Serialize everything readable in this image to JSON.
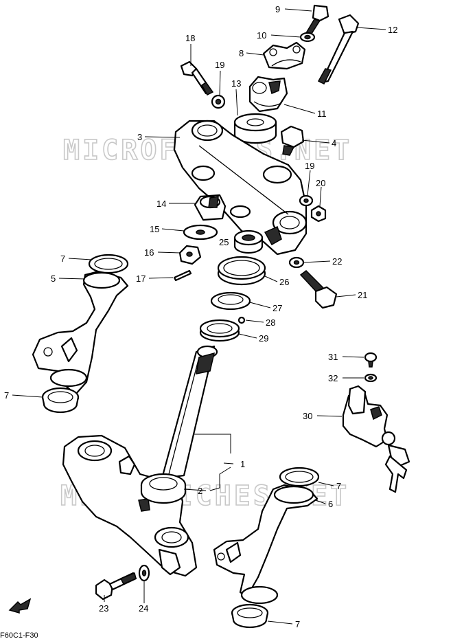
{
  "watermark": "MICROFICHES.NET",
  "diagram_code": "F60C1-F30",
  "callouts": [
    {
      "id": "c9",
      "text": "9"
    },
    {
      "id": "c10",
      "text": "10"
    },
    {
      "id": "c12",
      "text": "12"
    },
    {
      "id": "c8",
      "text": "8"
    },
    {
      "id": "c18",
      "text": "18"
    },
    {
      "id": "c19a",
      "text": "19"
    },
    {
      "id": "c13",
      "text": "13"
    },
    {
      "id": "c11",
      "text": "11"
    },
    {
      "id": "c3",
      "text": "3"
    },
    {
      "id": "c4",
      "text": "4"
    },
    {
      "id": "c19b",
      "text": "19"
    },
    {
      "id": "c20",
      "text": "20"
    },
    {
      "id": "c14",
      "text": "14"
    },
    {
      "id": "c15",
      "text": "15"
    },
    {
      "id": "c25",
      "text": "25"
    },
    {
      "id": "c16",
      "text": "16"
    },
    {
      "id": "c22",
      "text": "22"
    },
    {
      "id": "c7a",
      "text": "7"
    },
    {
      "id": "c5",
      "text": "5"
    },
    {
      "id": "c17",
      "text": "17"
    },
    {
      "id": "c26",
      "text": "26"
    },
    {
      "id": "c21",
      "text": "21"
    },
    {
      "id": "c27",
      "text": "27"
    },
    {
      "id": "c28",
      "text": "28"
    },
    {
      "id": "c29",
      "text": "29"
    },
    {
      "id": "c31",
      "text": "31"
    },
    {
      "id": "c32",
      "text": "32"
    },
    {
      "id": "c7b",
      "text": "7"
    },
    {
      "id": "c30",
      "text": "30"
    },
    {
      "id": "c1",
      "text": "1"
    },
    {
      "id": "c2",
      "text": "2"
    },
    {
      "id": "c7c",
      "text": "7"
    },
    {
      "id": "c6",
      "text": "6"
    },
    {
      "id": "c23",
      "text": "23"
    },
    {
      "id": "c24",
      "text": "24"
    },
    {
      "id": "c7d",
      "text": "7"
    }
  ]
}
